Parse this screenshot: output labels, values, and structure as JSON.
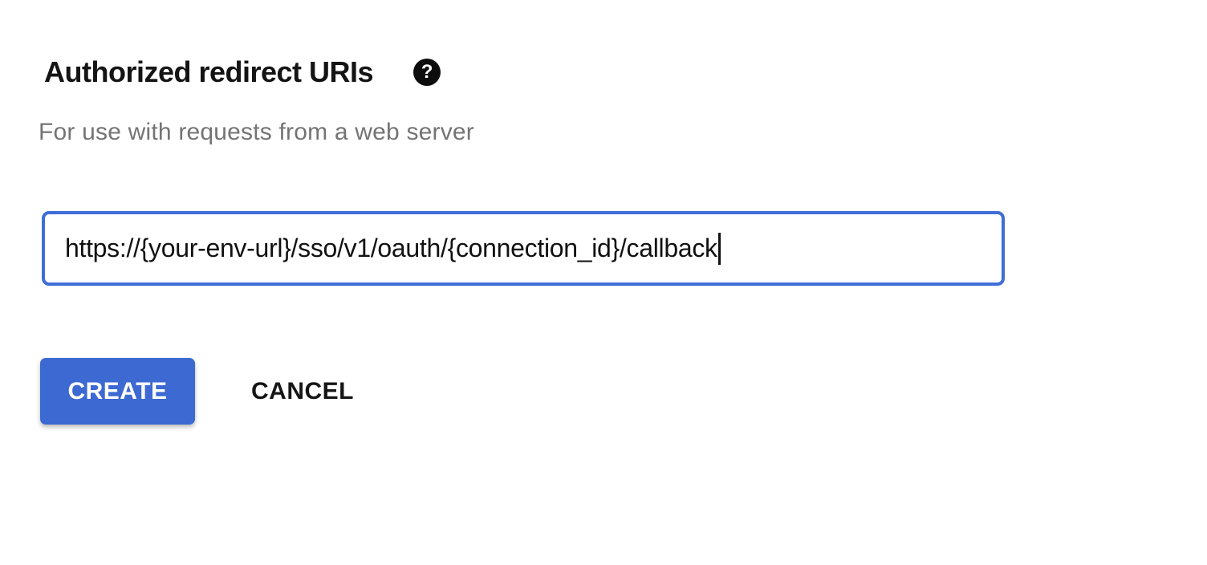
{
  "colors": {
    "primary_button_blue": "#3c69d2",
    "input_focus_border_blue": "#3f6ed6",
    "heading_text": "#141414",
    "description_gray": "#747474"
  },
  "form": {
    "title": "Authorized redirect URIs",
    "help_icon_glyph": "?",
    "description": "For use with requests from a web server",
    "uri_input": {
      "value": "https://{your-env-url}/sso/v1/oauth/{connection_id}/callback",
      "state": "focused"
    },
    "actions": {
      "create_label": "CREATE",
      "cancel_label": "CANCEL"
    }
  }
}
